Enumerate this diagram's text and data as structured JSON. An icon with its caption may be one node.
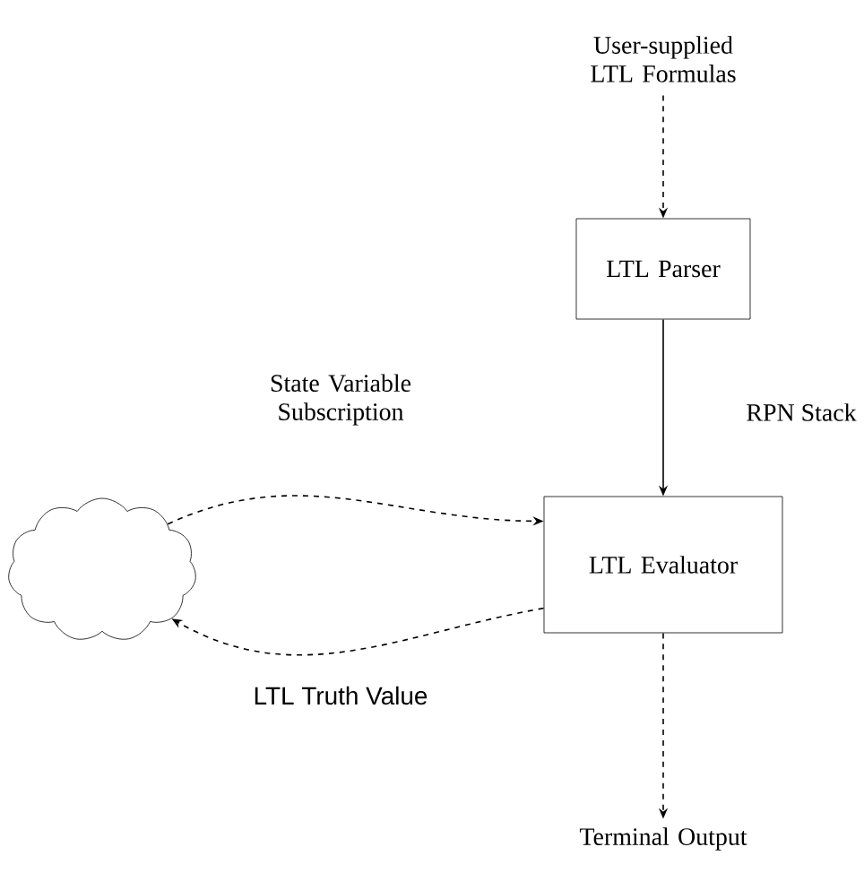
{
  "diagram": {
    "nodes": [
      {
        "text": [
          "User-supplied LTL Formulas"
        ]
      },
      {
        "text": [
          "LTL Parser"
        ]
      },
      {
        "text": [
          "LTL Evaluator"
        ]
      },
      {
        "text": [],
        "shape": "cloud"
      },
      {
        "text": [
          "Terminal Output"
        ]
      }
    ],
    "edges": [
      {
        "from": 0,
        "to": 1,
        "arrow": "to",
        "style": "dashed"
      },
      {
        "from": 1,
        "to": 2,
        "arrow": "to",
        "label": "RPN Stack"
      },
      {
        "from": 3,
        "to": 2,
        "arrow": "to",
        "style": "dashed",
        "label": "State Variable Subscription"
      },
      {
        "from": 2,
        "to": 3,
        "arrow": "to",
        "style": "dashed",
        "label": "LTL Truth Value"
      },
      {
        "from": 2,
        "to": 4,
        "arrow": "to",
        "style": "dashed"
      }
    ]
  }
}
